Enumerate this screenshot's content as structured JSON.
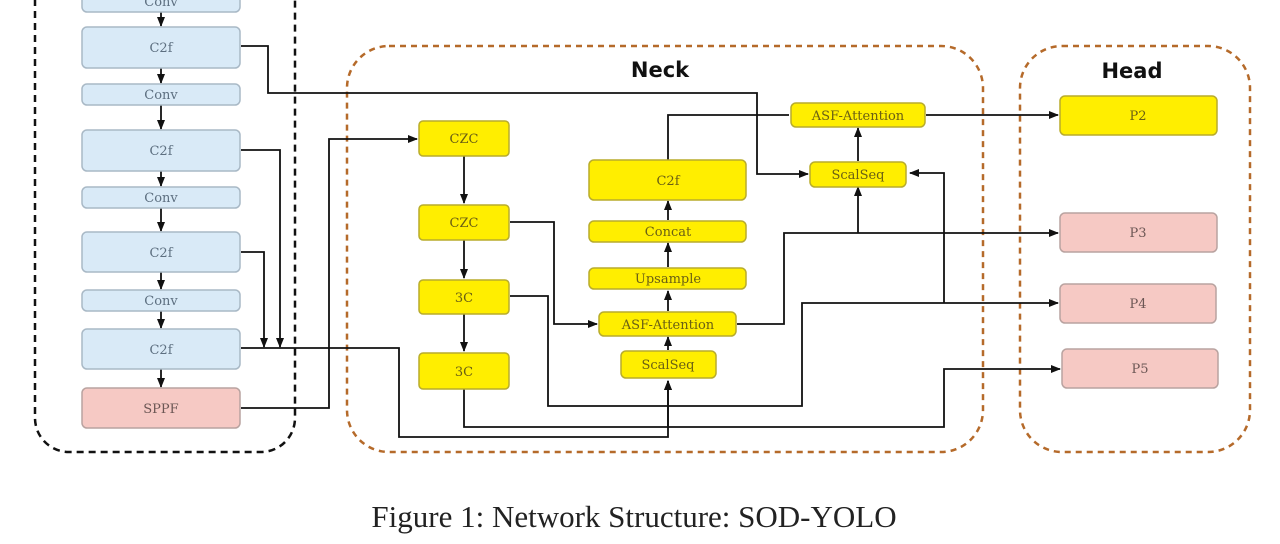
{
  "groups": {
    "neck_title": "Neck",
    "head_title": "Head"
  },
  "caption": "Figure 1: Network Structure: SOD-YOLO",
  "backbone": {
    "conv_top": "Conv",
    "c2f_1": "C2f",
    "conv_1": "Conv",
    "c2f_2": "C2f",
    "conv_2": "Conv",
    "c2f_3": "C2f",
    "conv_3": "Conv",
    "c2f_4": "C2f",
    "sppf": "SPPF"
  },
  "neck": {
    "czc_1": "CZC",
    "czc_2": "CZC",
    "c3_1": "3C",
    "c3_2": "3C",
    "c2f": "C2f",
    "concat": "Concat",
    "upsample": "Upsample",
    "asf_attention_low": "ASF-Attention",
    "scalseq_low": "ScalSeq",
    "asf_attention_top": "ASF-Attention",
    "scalseq_top": "ScalSeq"
  },
  "head": {
    "p2": "P2",
    "p3": "P3",
    "p4": "P4",
    "p5": "P5"
  },
  "colors": {
    "backbone_block": "#d9eaf7",
    "sppf_block": "#f6c9c4",
    "neck_block": "#ffee00",
    "head_p2": "#ffee00",
    "head_other": "#f6c9c4",
    "group_border": "#b56a2a"
  }
}
